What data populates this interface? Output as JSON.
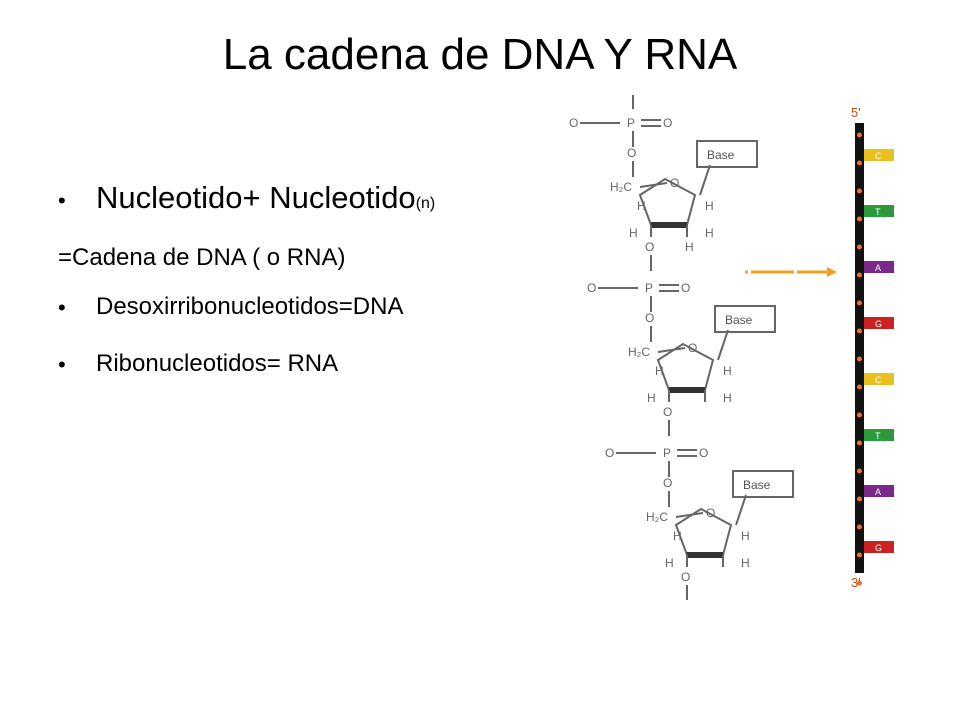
{
  "slide": {
    "title": "La cadena de DNA Y RNA",
    "bullets": {
      "b1_main": "Nucleotido+ Nucleotido",
      "b1_sub": "(n)",
      "line2": "=Cadena de DNA ( o RNA)",
      "b3": "Desoxirribonucleotidos=DNA",
      "b4": "Ribonucleotidos= RNA"
    }
  },
  "figure": {
    "base_label": "Base",
    "five_prime": "5'",
    "three_prime": "3'",
    "strand_bases": [
      "C",
      "T",
      "A",
      "G",
      "C",
      "T",
      "A",
      "G"
    ],
    "colors": {
      "C": "#e8c020",
      "T": "#2a9a3a",
      "A": "#7a2a8a",
      "G": "#cc2222",
      "arrow": "#f0a020",
      "strand": "#111111",
      "node": "#e87030"
    }
  }
}
